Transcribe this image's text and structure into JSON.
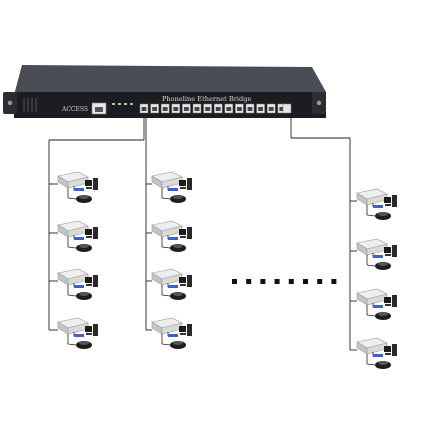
{
  "device": {
    "brand_label": "ACCESS",
    "title": "Phoneline Ethernet Bridge",
    "port_count": 14
  },
  "columns": [
    {
      "id": "col-1",
      "terminals": 4
    },
    {
      "id": "col-2",
      "terminals": 4
    },
    {
      "id": "col-3",
      "terminals": 4
    }
  ],
  "continuation": {
    "symbol": "dots",
    "count": 8
  },
  "colors": {
    "chassis": "#2b2d32",
    "chassis_top": "#4a4d55",
    "front_panel": "#1c1d21",
    "label_text": "#d8d8d8",
    "wire": "#222222",
    "modem_body": "#d9dadc",
    "cable_blue": "#3a63c9",
    "dots": "#111111"
  }
}
